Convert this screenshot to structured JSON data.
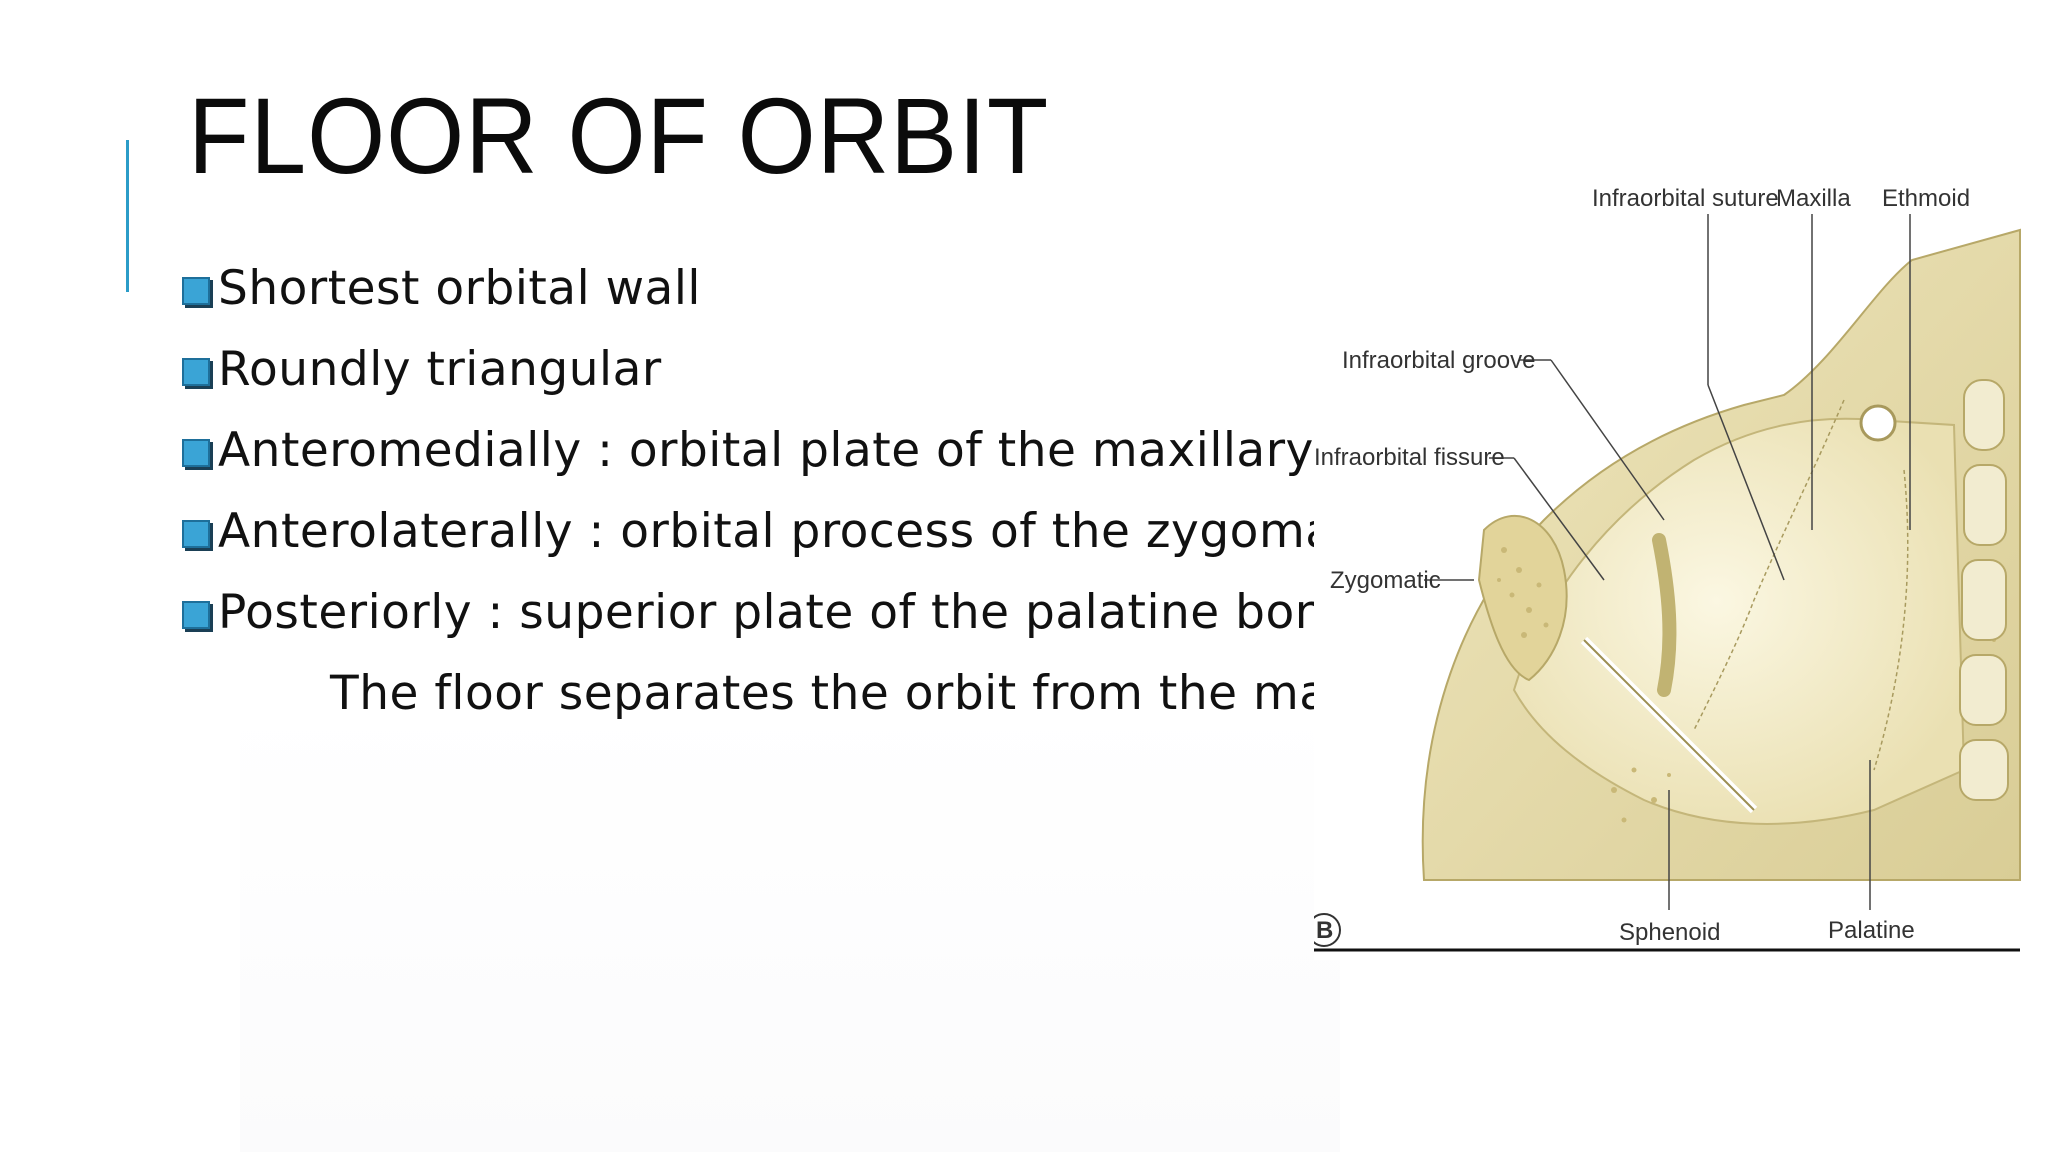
{
  "slide": {
    "title": "FLOOR OF ORBIT",
    "bullets": [
      "Shortest orbital wall",
      "Roundly triangular",
      "Anteromedially : orbital plate of the  maxillary b",
      "Anterolaterally : orbital process of the zygomati",
      "Posteriorly : superior plate of the palatine bone."
    ],
    "note": "The floor separates the orbit from the maxi",
    "bullet_icon": "square-bullet-icon",
    "colors": {
      "accent": "#2b9cc8",
      "bullet": "#3aa4d6",
      "bone": "#e6dcae"
    }
  },
  "figure": {
    "panel_label": "B",
    "labels": {
      "infraorbital_suture": "Infraorbital suture",
      "maxilla": "Maxilla",
      "ethmoid": "Ethmoid",
      "infraorbital_groove": "Infraorbital groove",
      "infraorbital_fissure": "Infraorbital fissure",
      "zygomatic": "Zygomatic",
      "sphenoid": "Sphenoid",
      "palatine": "Palatine"
    }
  }
}
